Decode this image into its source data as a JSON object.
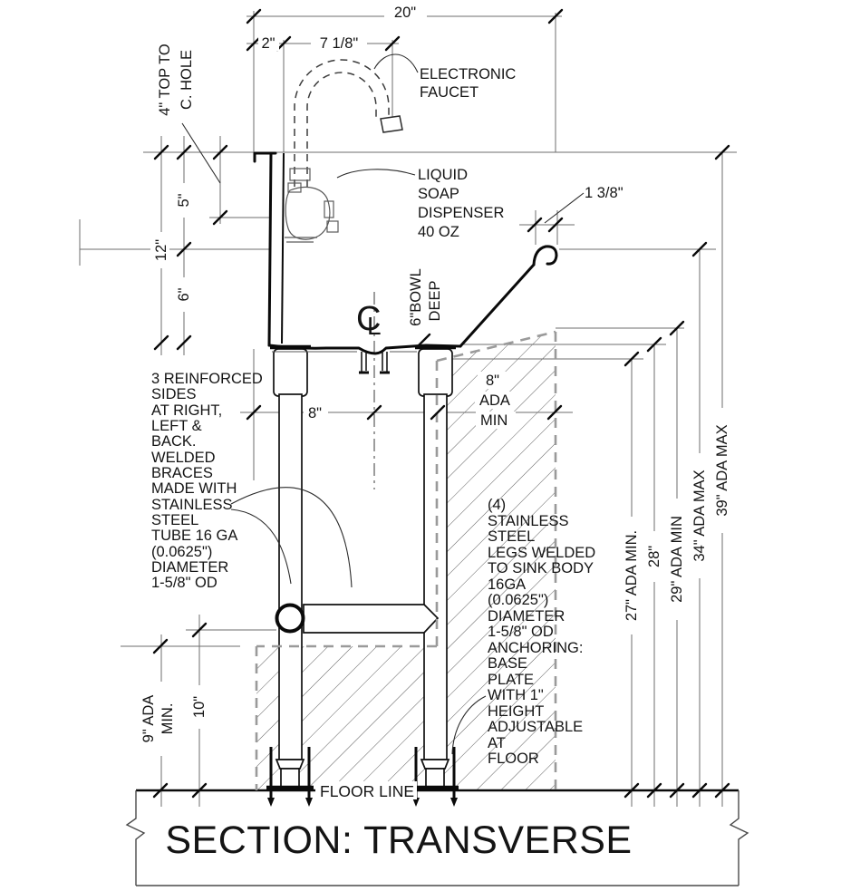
{
  "drawing": {
    "title": "SECTION: TRANSVERSE",
    "floor_label": "FLOOR LINE"
  },
  "colors": {
    "line": "#0a0a0a",
    "hidden_zone": "#9a9a9a",
    "background": "#ffffff"
  },
  "dims_top": {
    "overall_depth": "20\"",
    "backsplash_offset": "2\"",
    "faucet_offset": "7 1/8\""
  },
  "dims_left": {
    "top_to_hole_line1": "4\" TOP TO",
    "top_to_hole_line2": "C. HOLE",
    "dim_5": "5\"",
    "dim_12": "12\"",
    "dim_6": "6\"",
    "dim_9_line1": "9\" ADA",
    "dim_9_line2": "MIN.",
    "dim_10": "10\""
  },
  "dims_right": {
    "rim_return": "1 3/8\"",
    "ada_27": "27\" ADA MIN.",
    "ada_28": "28\"",
    "ada_29": "29\" ADA MIN",
    "ada_34": "34\" ADA MAX",
    "ada_39": "39\" ADA MAX"
  },
  "dims_mid": {
    "drain_offset": "8\"",
    "knee_line1": "8\"",
    "knee_line2": "ADA",
    "knee_line3": "MIN",
    "bowl_line1": "6\"BOWL",
    "bowl_line2": "DEEP",
    "centerline_c": "C",
    "centerline_l": "L"
  },
  "callouts": {
    "faucet_line1": "ELECTRONIC",
    "faucet_line2": "FAUCET",
    "soap_line1": "LIQUID",
    "soap_line2": "SOAP",
    "soap_line3": "DISPENSER",
    "soap_line4": "40 OZ",
    "brace_note": [
      "3 REINFORCED",
      "SIDES",
      "AT RIGHT,",
      "LEFT &",
      "BACK.",
      "WELDED",
      "BRACES",
      "MADE WITH",
      "STAINLESS",
      "STEEL",
      "TUBE 16 GA",
      "(0.0625\")",
      "DIAMETER",
      "1-5/8\" OD"
    ],
    "legs_note": [
      "(4)",
      "STAINLESS",
      "STEEL",
      "LEGS WELDED",
      "TO SINK BODY",
      "16GA",
      "(0.0625\")",
      "DIAMETER",
      "1-5/8\" OD",
      "ANCHORING:",
      "BASE",
      "PLATE",
      "WITH 1\"",
      "HEIGHT",
      "ADJUSTABLE",
      "AT",
      "FLOOR"
    ]
  }
}
